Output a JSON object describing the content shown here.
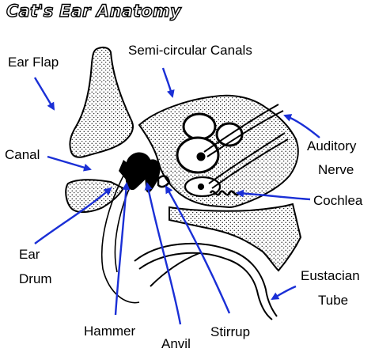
{
  "title": "Cat's Ear Anatomy",
  "labels": {
    "ear_flap": "Ear Flap",
    "semicircular_canals": "Semi-circular Canals",
    "canal": "Canal",
    "auditory": "Auditory",
    "nerve": "Nerve",
    "cochlea": "Cochlea",
    "ear": "Ear",
    "drum": "Drum",
    "eustacian": "Eustacian",
    "tube": "Tube",
    "hammer": "Hammer",
    "anvil": "Anvil",
    "stirrup": "Stirrup"
  },
  "colors": {
    "arrow": "#1a2fd6",
    "line": "#000000",
    "stipple": "#e8e8e8",
    "background": "#ffffff"
  }
}
